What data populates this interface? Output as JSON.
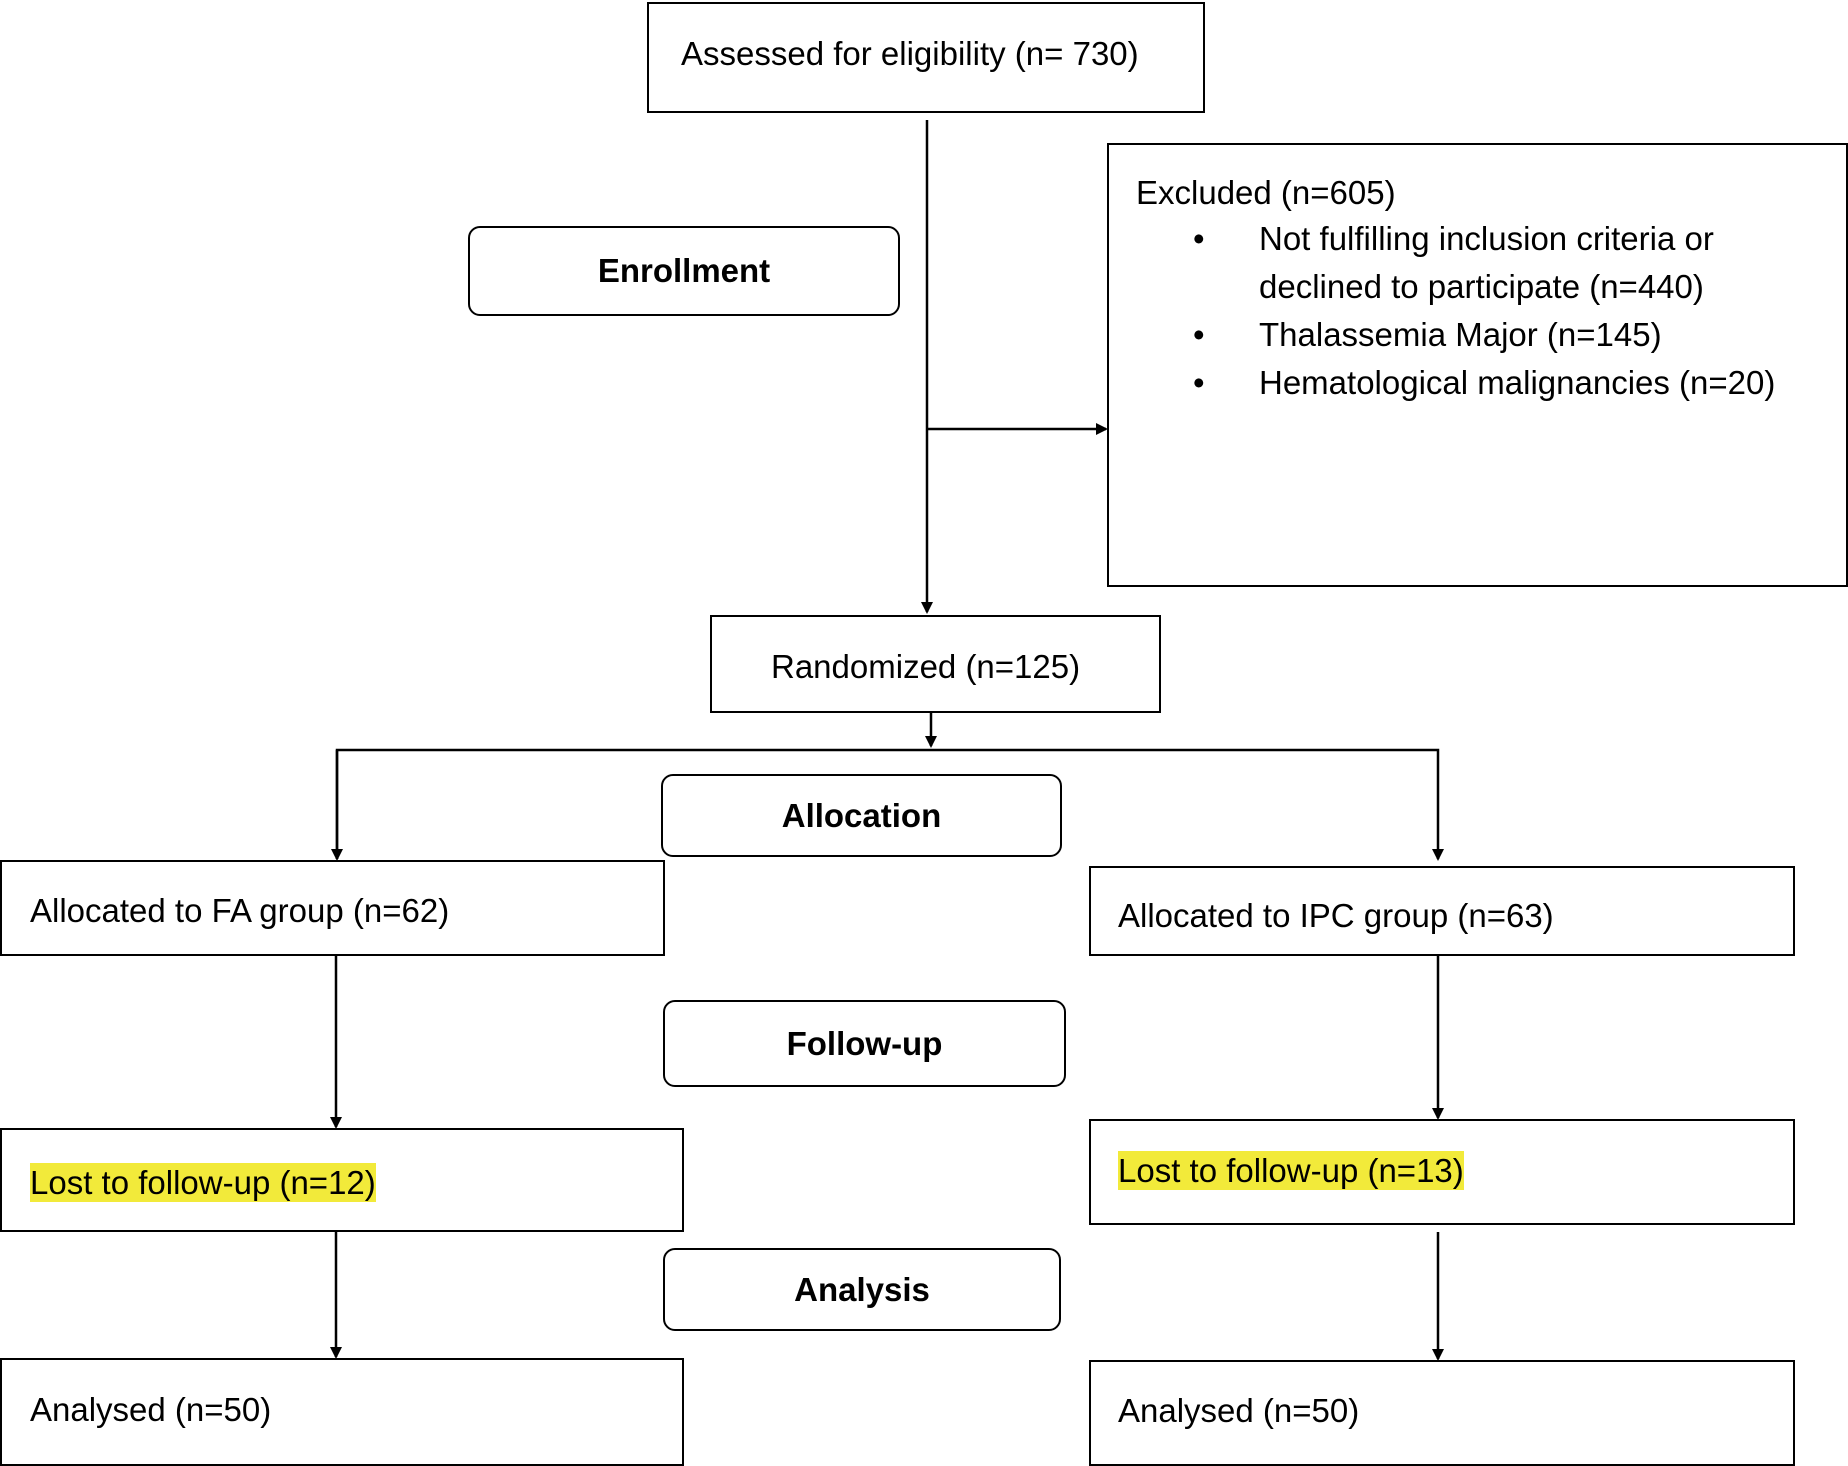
{
  "assessed": "Assessed for eligibility (n= 730)",
  "enrollment": "Enrollment",
  "excluded": {
    "title": "Excluded (n=605)",
    "bullet": "•",
    "items": [
      [
        "Not fulfilling inclusion criteria or",
        "declined to participate (n=440)"
      ],
      [
        "Thalassemia Major (n=145)"
      ],
      [
        "Hematological malignancies (n=20)"
      ]
    ]
  },
  "randomized": "Randomized (n=125)",
  "allocation": "Allocation",
  "left": {
    "allocated": "Allocated to FA group (n=62)",
    "lost": "Lost to follow-up (n=12)",
    "analysed": "Analysed (n=50)"
  },
  "right": {
    "allocated": "Allocated to IPC group (n=63)",
    "lost": "Lost to follow-up (n=13)",
    "analysed": "Analysed (n=50)"
  },
  "followup": "Follow-up",
  "analysis": "Analysis",
  "colors": {
    "highlight": "#f2ea3a",
    "line": "#000000"
  }
}
